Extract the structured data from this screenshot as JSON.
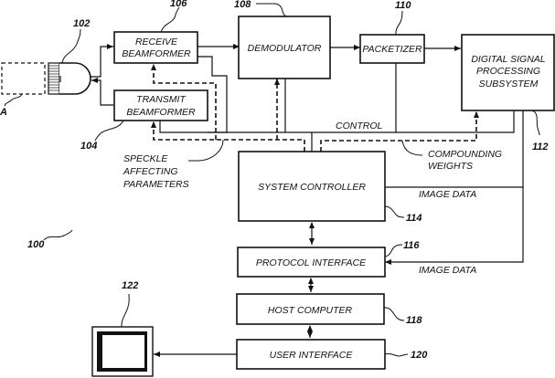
{
  "figure": {
    "reference": "100",
    "target_label": "A"
  },
  "blocks": {
    "transducer": {
      "ref": "102"
    },
    "receive_beamformer": {
      "line1": "RECEIVE",
      "line2": "BEAMFORMER",
      "ref": "106"
    },
    "transmit_beamformer": {
      "line1": "TRANSMIT",
      "line2": "BEAMFORMER",
      "ref": "104"
    },
    "demodulator": {
      "label": "DEMODULATOR",
      "ref": "108"
    },
    "packetizer": {
      "label": "PACKETIZER",
      "ref": "110"
    },
    "dsp": {
      "line1": "DIGITAL SIGNAL",
      "line2": "PROCESSING",
      "line3": "SUBSYSTEM",
      "ref": "112"
    },
    "system_controller": {
      "label": "SYSTEM CONTROLLER",
      "ref": "114"
    },
    "protocol_interface": {
      "label": "PROTOCOL INTERFACE",
      "ref": "116"
    },
    "host_computer": {
      "label": "HOST COMPUTER",
      "ref": "118"
    },
    "user_interface": {
      "label": "USER INTERFACE",
      "ref": "120"
    },
    "display": {
      "ref": "122"
    }
  },
  "signals": {
    "control": "CONTROL",
    "compounding_weights_1": "COMPOUNDING",
    "compounding_weights_2": "WEIGHTS",
    "speckle_1": "SPECKLE",
    "speckle_2": "AFFECTING",
    "speckle_3": "PARAMETERS",
    "image_data_1": "IMAGE DATA",
    "image_data_2": "IMAGE DATA"
  }
}
